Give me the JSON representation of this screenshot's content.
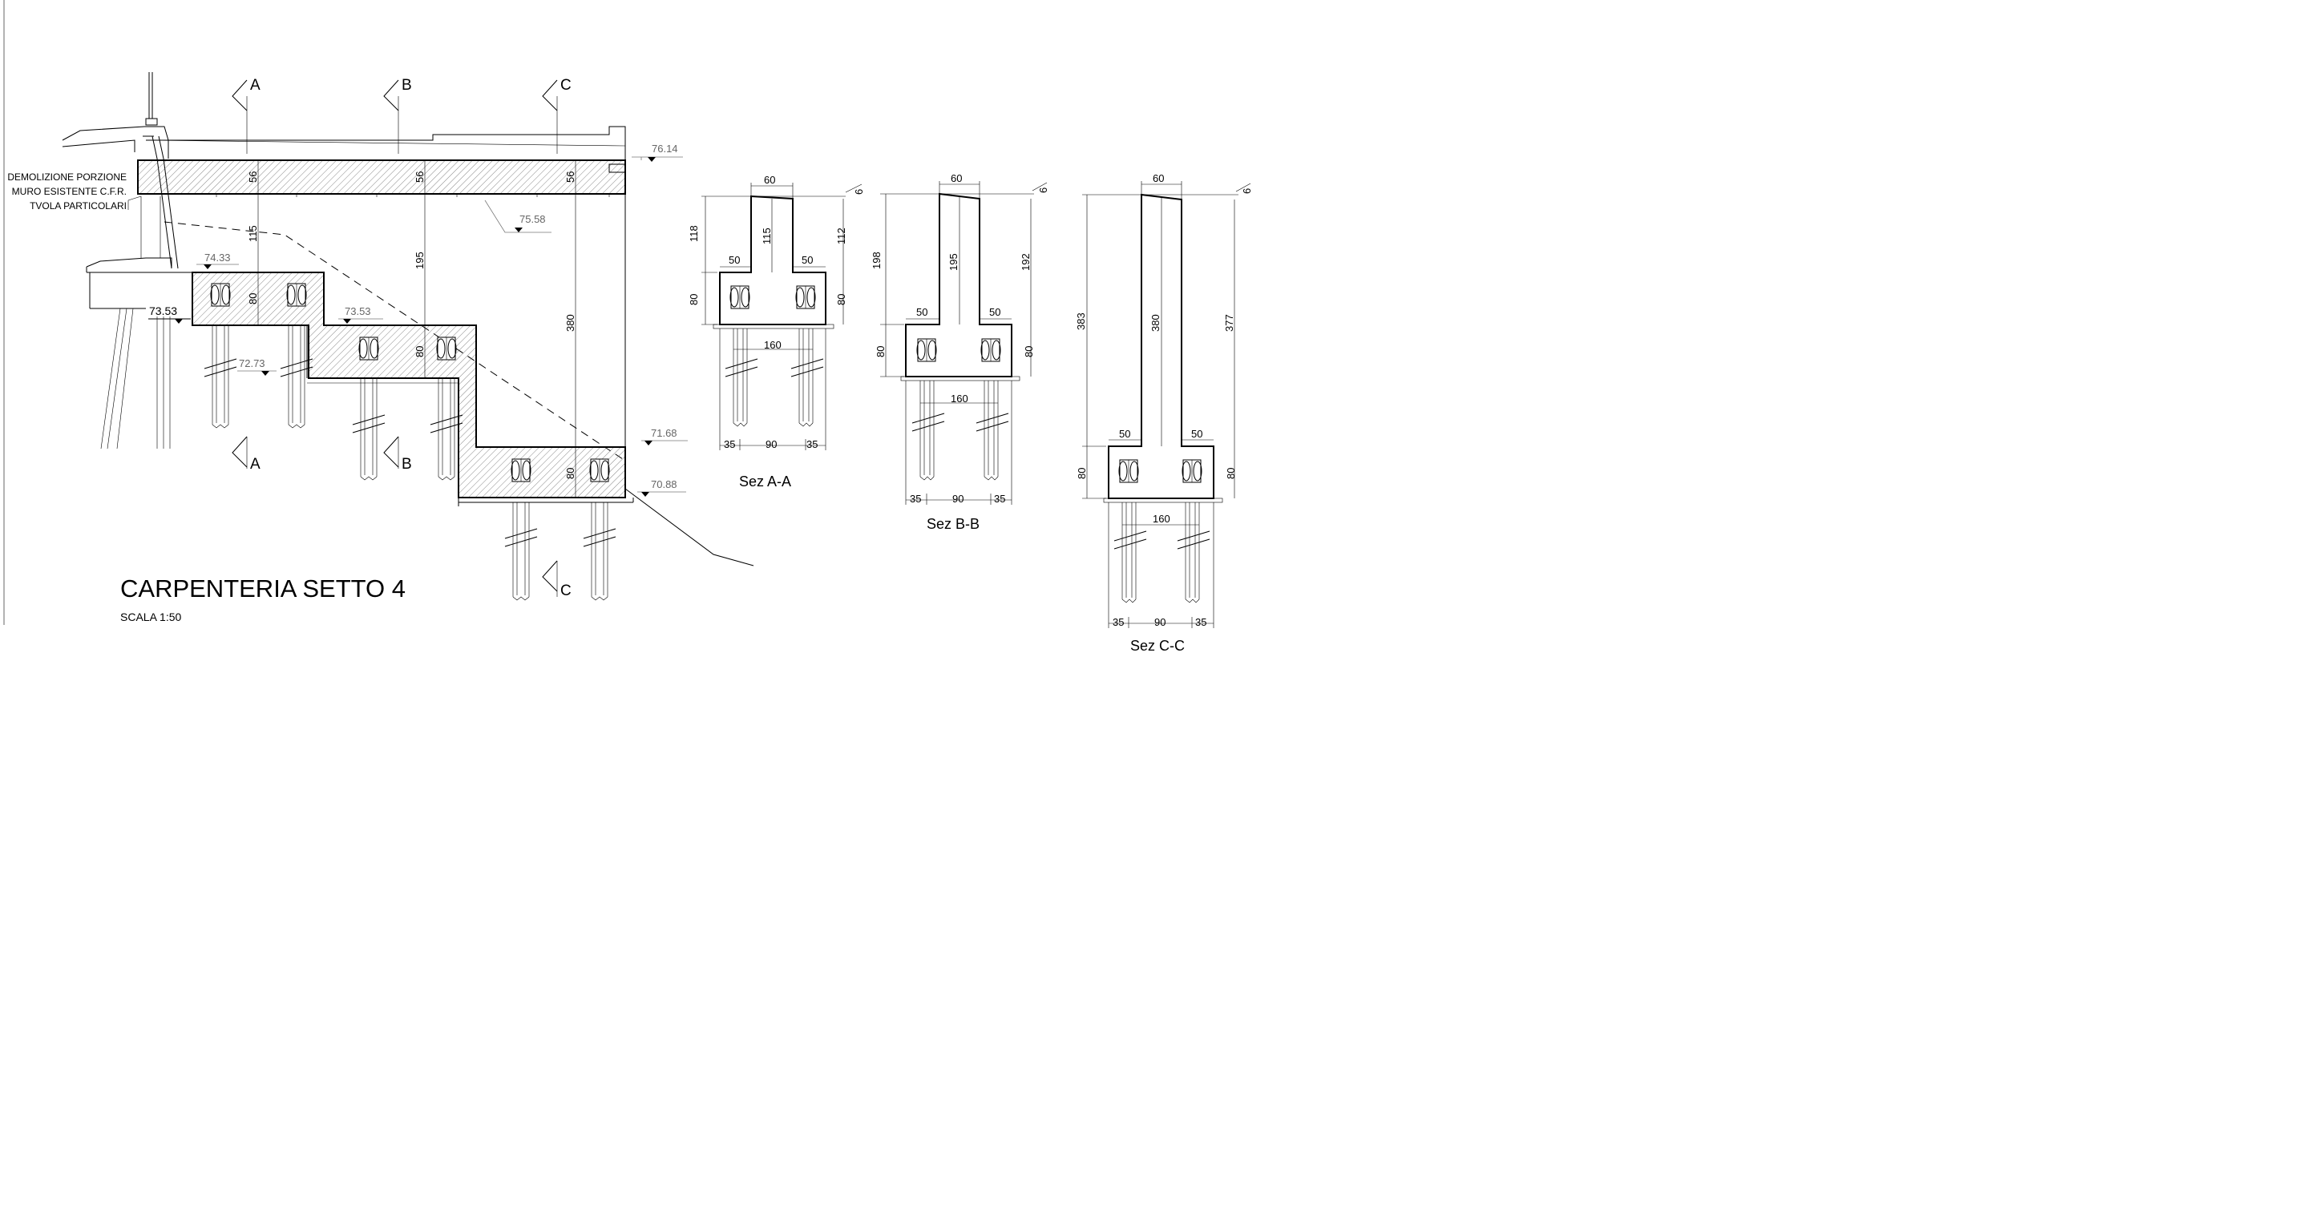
{
  "title": "CARPENTERIA SETTO 4",
  "scale": "SCALA 1:50",
  "note": [
    "DEMOLIZIONE PORZIONE",
    "MURO ESISTENTE C.F.R.",
    "TVOLA PARTICOLARI"
  ],
  "section_marks": {
    "a": "A",
    "b": "B",
    "c": "C"
  },
  "levels": {
    "top": "76.14",
    "slab_bottom": "75.58",
    "step1": "74.33",
    "existing": "73.53",
    "step2": "73.53",
    "mid": "72.73",
    "low": "71.68",
    "base": "70.88"
  },
  "elevation_dims": {
    "slab": "56",
    "wall_a": "115",
    "wall_b": "195",
    "wall_c": "380",
    "footing": "80"
  },
  "sections": {
    "a": {
      "caption": "Sez A-A",
      "top_width": "60",
      "slope": "6",
      "left_height": "118",
      "wall_height": "115",
      "right_height": "112",
      "footing_height": "80",
      "left_ledge": "50",
      "right_ledge": "50",
      "anchor_spacing": "160",
      "edge_left": "35",
      "middle": "90",
      "edge_right": "35"
    },
    "b": {
      "caption": "Sez B-B",
      "top_width": "60",
      "slope": "6",
      "left_height": "198",
      "wall_height": "195",
      "right_height": "192",
      "footing_height": "80",
      "left_ledge": "50",
      "right_ledge": "50",
      "anchor_spacing": "160",
      "edge_left": "35",
      "middle": "90",
      "edge_right": "35"
    },
    "c": {
      "caption": "Sez C-C",
      "top_width": "60",
      "slope": "6",
      "left_height": "383",
      "wall_height": "380",
      "right_height": "377",
      "footing_height": "80",
      "left_ledge": "50",
      "right_ledge": "50",
      "anchor_spacing": "160",
      "edge_left": "35",
      "middle": "90",
      "edge_right": "35"
    }
  }
}
